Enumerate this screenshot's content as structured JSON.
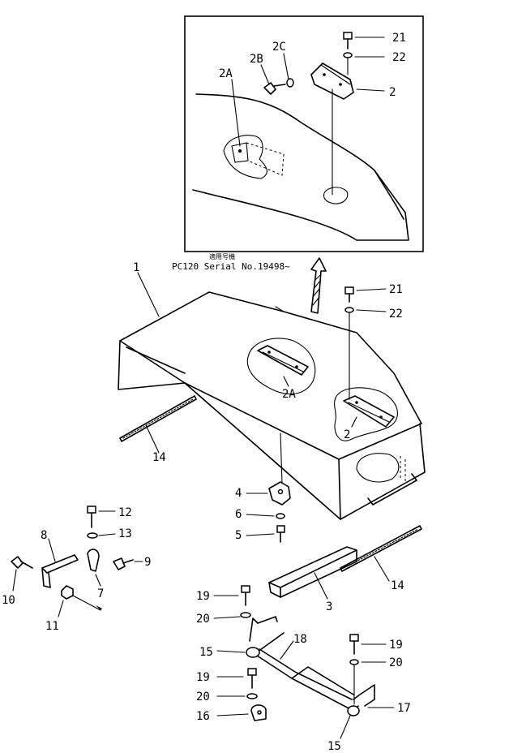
{
  "inset": {
    "note_jp": "適用号機",
    "note": "PC120 Serial No.19498~",
    "labels": [
      "2A",
      "2B",
      "2C",
      "21",
      "22",
      "2"
    ]
  },
  "parts": {
    "p1": "1",
    "p2": "2",
    "p2a": "2A",
    "p3": "3",
    "p4": "4",
    "p5": "5",
    "p6": "6",
    "p7": "7",
    "p8": "8",
    "p9": "9",
    "p10": "10",
    "p11": "11",
    "p12": "12",
    "p13": "13",
    "p14a": "14",
    "p14b": "14",
    "p15a": "15",
    "p15b": "15",
    "p16": "16",
    "p17": "17",
    "p18": "18",
    "p19a": "19",
    "p19b": "19",
    "p19c": "19",
    "p20a": "20",
    "p20b": "20",
    "p20c": "20",
    "p21": "21",
    "p22": "22"
  }
}
